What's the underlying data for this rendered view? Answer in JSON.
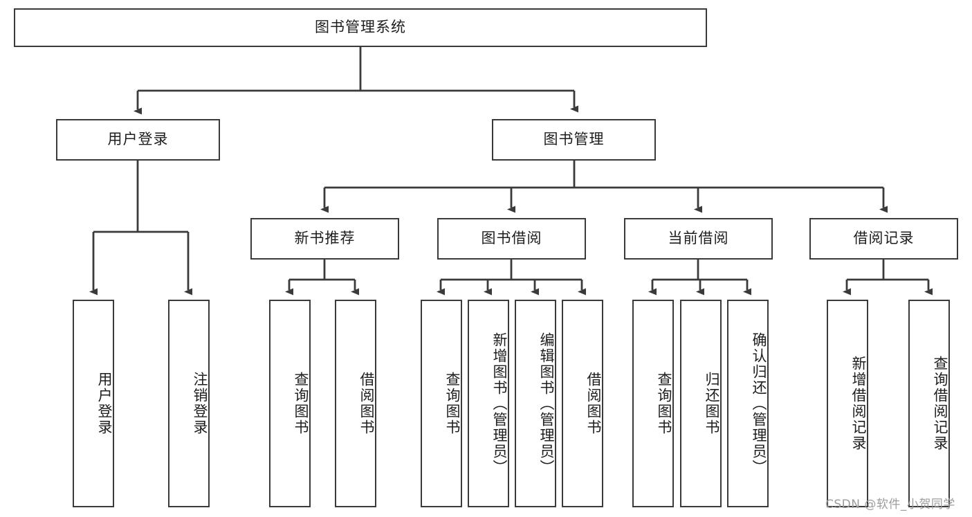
{
  "diagram": {
    "type": "tree",
    "title": "图书管理系统",
    "orientation": "top-down",
    "colors": {
      "background": "#ffffff",
      "node_border": "#3a3a3a",
      "node_fill": "#ffffff",
      "edge": "#3a3a3a",
      "text": "#1d1d1d",
      "watermark": "#9c9c9c"
    },
    "root": {
      "label": "图书管理系统"
    },
    "level2": [
      {
        "label": "用户登录"
      },
      {
        "label": "图书管理"
      }
    ],
    "level3": [
      {
        "label": "新书推荐"
      },
      {
        "label": "图书借阅"
      },
      {
        "label": "当前借阅"
      },
      {
        "label": "借阅记录"
      }
    ],
    "leaves": {
      "user_login": [
        {
          "label": "用户登录"
        },
        {
          "label": "注销登录"
        }
      ],
      "new_book_recommend": [
        {
          "label": "查询图书"
        },
        {
          "label": "借阅图书"
        }
      ],
      "book_borrow": [
        {
          "label": "查询图书"
        },
        {
          "label": "新增图书（管理员）"
        },
        {
          "label": "编辑图书（管理员）"
        },
        {
          "label": "借阅图书"
        }
      ],
      "current_borrow": [
        {
          "label": "查询图书"
        },
        {
          "label": "归还图书"
        },
        {
          "label": "确认归还（管理员）"
        }
      ],
      "borrow_record": [
        {
          "label": "新增借阅记录"
        },
        {
          "label": "查询借阅记录"
        }
      ]
    }
  },
  "watermark": {
    "text": "CSDN @软件_小贺同学"
  }
}
